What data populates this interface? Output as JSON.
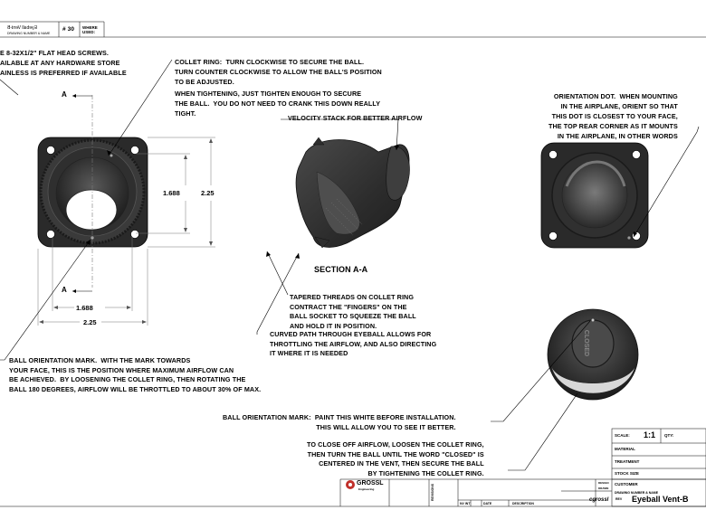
{
  "header": {
    "part_no": "# 30",
    "where_used": "WHERE\nUSED:",
    "mirrored_text": "Eyeball Vent-B",
    "drawing_number_label": "DRAWING NUMBER & NAME"
  },
  "notes": {
    "screws": "E 8-32X1/2\" FLAT HEAD SCREWS.\nAILABLE AT ANY HARDWARE STORE\nAINLESS IS PREFERRED IF AVAILABLE",
    "collet_ring": "COLLET RING:  TURN CLOCKWISE TO SECURE THE BALL.\nTURN COUNTER CLOCKWISE TO ALLOW THE BALL'S POSITION\nTO BE ADJUSTED.",
    "tightening": "WHEN TIGHTENING, JUST TIGHTEN ENOUGH TO SECURE\nTHE BALL.  YOU DO NOT NEED TO CRANK THIS DOWN REALLY\nTIGHT.",
    "velocity_stack": "VELOCITY STACK FOR BETTER AIRFLOW",
    "orientation_dot": "ORIENTATION DOT.  WHEN MOUNTING\nIN THE AIRPLANE, ORIENT SO THAT\nTHIS DOT IS CLOSEST TO YOUR FACE,\nTHE TOP REAR CORNER AS IT MOUNTS\nIN THE AIRPLANE, IN OTHER WORDS",
    "section": "SECTION A-A",
    "tapered_threads": "TAPERED THREADS ON COLLET RING\nCONTRACT THE \"FINGERS\" ON THE\nBALL SOCKET TO SQUEEZE THE BALL\nAND HOLD IT IN POSITION.",
    "curved_path": "CURVED PATH THROUGH EYEBALL ALLOWS FOR\nTHROTTLING THE AIRFLOW, AND ALSO DIRECTING\nIT WHERE IT IS NEEDED",
    "ball_mark_left": "BALL ORIENTATION MARK.  WITH THE MARK TOWARDS\nYOUR FACE, THIS IS THE POSITION WHERE MAXIMUM AIRFLOW CAN\nBE ACHIEVED.  BY LOOSENING THE COLLET RING, THEN ROTATING THE\nBALL 180 DEGREES, AIRFLOW WILL BE THROTTLED TO ABOUT 30% OF MAX.",
    "ball_mark_paint": "BALL ORIENTATION MARK:  PAINT THIS WHITE BEFORE INSTALLATION.\nTHIS WILL ALLOW YOU TO SEE IT BETTER.",
    "close_off": "TO CLOSE OFF AIRFLOW, LOOSEN THE COLLET RING,\nTHEN TURN THE BALL UNTIL THE WORD \"CLOSED\" IS\nCENTERED IN THE VENT, THEN SECURE THE BALL\nBY TIGHTENING THE COLLET RING."
  },
  "dimensions": {
    "inner_height": "1.688",
    "outer_height": "2.25",
    "inner_width": "1.688",
    "outer_width": "2.25",
    "section_label_top": "A",
    "section_label_bottom": "A",
    "ball_word": "CLOSED"
  },
  "title_block": {
    "scale_label": "SCALE:",
    "scale_value": "1:1",
    "qty_label": "QTY:",
    "material_label": "MATERIAL",
    "treatment_label": "TREATMENT",
    "stock_size_label": "STOCK SIZE",
    "customer_label": "CUSTOMER",
    "drawing_label": "DRAWING NUMBER & NAME",
    "drawing_name": "Eyeball Vent-B",
    "designer": "cgrossl",
    "rev_label": "REV",
    "date_label": "DATE",
    "description_label": "DESCRIPTION",
    "revisions_label": "REVISIONS",
    "design_label": "DESIGN",
    "drawn_label": "DRAWN",
    "company": "GROSSL",
    "company_sub": "Engineering",
    "nv_int": "NV INT"
  },
  "colors": {
    "part_dark": "#2b2b2b",
    "part_mid": "#3d3d3d",
    "part_light": "#6a6a6a",
    "logo_red": "#c0302a"
  }
}
